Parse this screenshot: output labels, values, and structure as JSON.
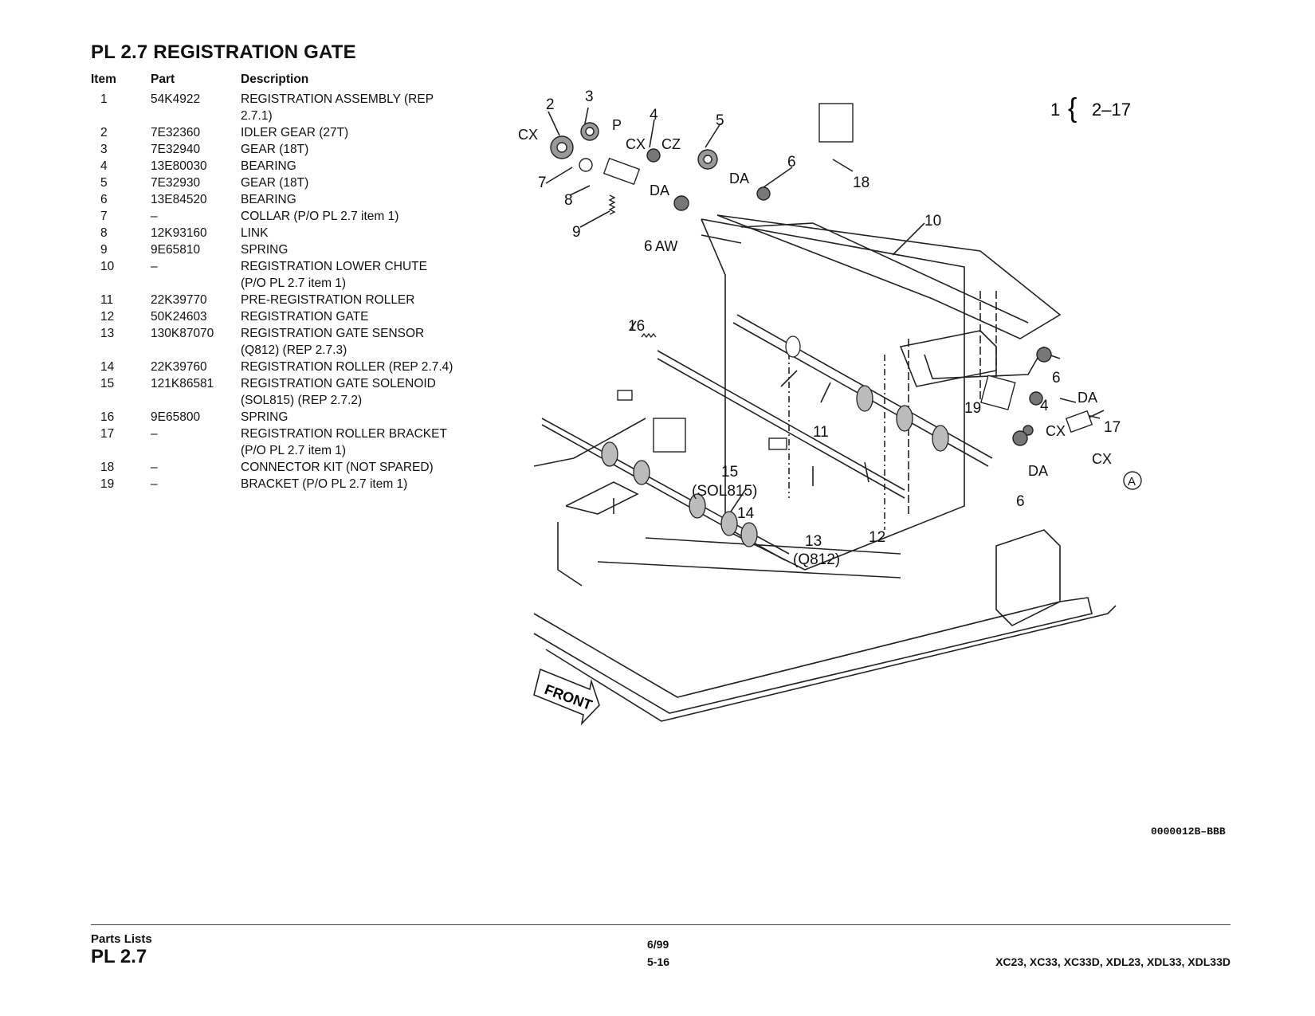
{
  "page_title": "PL 2.7 REGISTRATION GATE",
  "table": {
    "headers": [
      "Item",
      "Part",
      "Description"
    ],
    "rows": [
      {
        "item": "1",
        "part": "54K4922",
        "desc": "REGISTRATION ASSEMBLY (REP 2.7.1)"
      },
      {
        "item": "2",
        "part": "7E32360",
        "desc": "IDLER GEAR (27T)"
      },
      {
        "item": "3",
        "part": "7E32940",
        "desc": "GEAR (18T)"
      },
      {
        "item": "4",
        "part": "13E80030",
        "desc": "BEARING"
      },
      {
        "item": "5",
        "part": "7E32930",
        "desc": "GEAR (18T)"
      },
      {
        "item": "6",
        "part": "13E84520",
        "desc": "BEARING"
      },
      {
        "item": "7",
        "part": "–",
        "desc": "COLLAR (P/O PL 2.7 item 1)"
      },
      {
        "item": "8",
        "part": "12K93160",
        "desc": "LINK"
      },
      {
        "item": "9",
        "part": "9E65810",
        "desc": "SPRING"
      },
      {
        "item": "10",
        "part": "–",
        "desc": "REGISTRATION LOWER CHUTE (P/O PL 2.7 item 1)"
      },
      {
        "item": "11",
        "part": "22K39770",
        "desc": "PRE-REGISTRATION ROLLER"
      },
      {
        "item": "12",
        "part": "50K24603",
        "desc": "REGISTRATION GATE"
      },
      {
        "item": "13",
        "part": "130K87070",
        "desc": "REGISTRATION GATE SENSOR (Q812) (REP 2.7.3)"
      },
      {
        "item": "14",
        "part": "22K39760",
        "desc": "REGISTRATION ROLLER (REP 2.7.4)"
      },
      {
        "item": "15",
        "part": "121K86581",
        "desc": "REGISTRATION GATE SOLENOID (SOL815) (REP 2.7.2)"
      },
      {
        "item": "16",
        "part": "9E65800",
        "desc": "SPRING"
      },
      {
        "item": "17",
        "part": "–",
        "desc": "REGISTRATION ROLLER BRACKET (P/O PL 2.7 item 1)"
      },
      {
        "item": "18",
        "part": "–",
        "desc": "CONNECTOR KIT (NOT SPARED)"
      },
      {
        "item": "19",
        "part": "–",
        "desc": "BRACKET (P/O PL 2.7 item 1)"
      }
    ]
  },
  "figure": {
    "assembly_note": {
      "left": "1",
      "brace": "{",
      "right": "2–17"
    },
    "callouts": [
      "2",
      "3",
      "4",
      "5",
      "6",
      "7",
      "8",
      "9",
      "10",
      "11",
      "12",
      "13",
      "14",
      "15",
      "16",
      "17",
      "18",
      "19"
    ],
    "codes": [
      "CX",
      "P",
      "CX",
      "CZ",
      "DA",
      "DA",
      "AW",
      "DA",
      "CX",
      "DA",
      "CX",
      "A"
    ],
    "sub_labels": [
      "(SOL815)",
      "(Q812)"
    ],
    "front_label": "FRONT",
    "figure_id": "0000012B–BBB"
  },
  "footer": {
    "section": "Parts Lists",
    "pl": "PL 2.7",
    "date": "6/99",
    "page": "5-16",
    "models": "XC23, XC33, XC33D, XDL23, XDL33, XDL33D"
  }
}
